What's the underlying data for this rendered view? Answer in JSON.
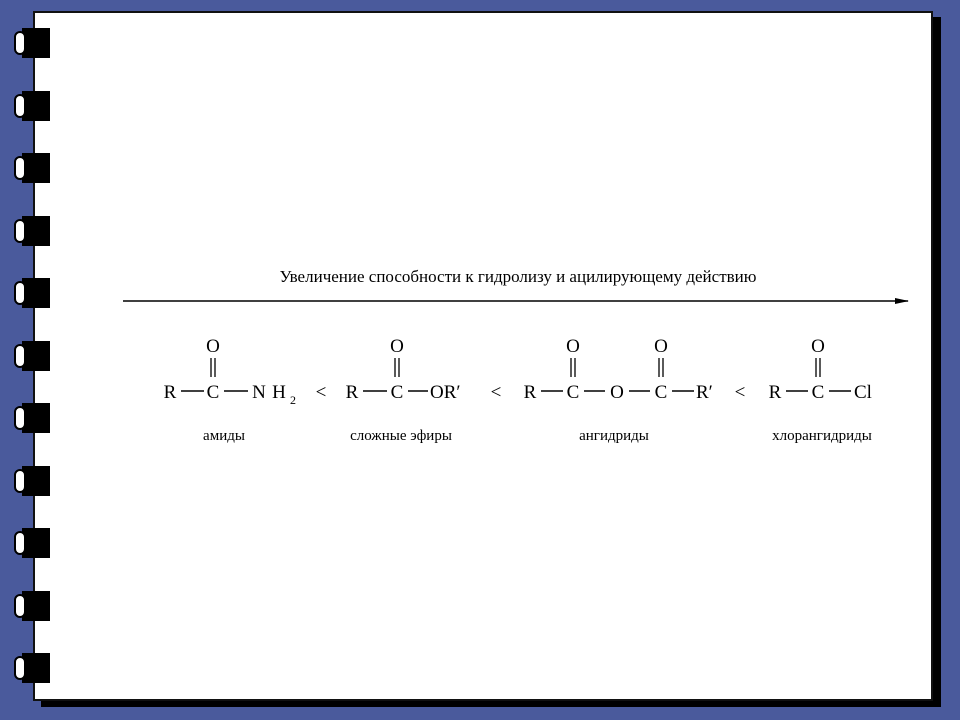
{
  "title": "Увеличение способности к гидролизу и ацилирующему действию",
  "atoms": {
    "R": "R",
    "C": "C",
    "O": "O",
    "N": "N",
    "H": "H",
    "sub2": "2",
    "OR": "OR′",
    "R2": "R′",
    "Cl": "Cl",
    "lt": "<"
  },
  "captions": {
    "amides": "амиды",
    "esters": "сложные эфиры",
    "anhydrides": "ангидриды",
    "chlorides": "хлорангидриды"
  },
  "colors": {
    "background": "#4a5a9c",
    "page": "#ffffff",
    "ink": "#000000"
  },
  "decor": {
    "binder_ring_count": 11,
    "binder_icon": "binder-ring-icon"
  }
}
